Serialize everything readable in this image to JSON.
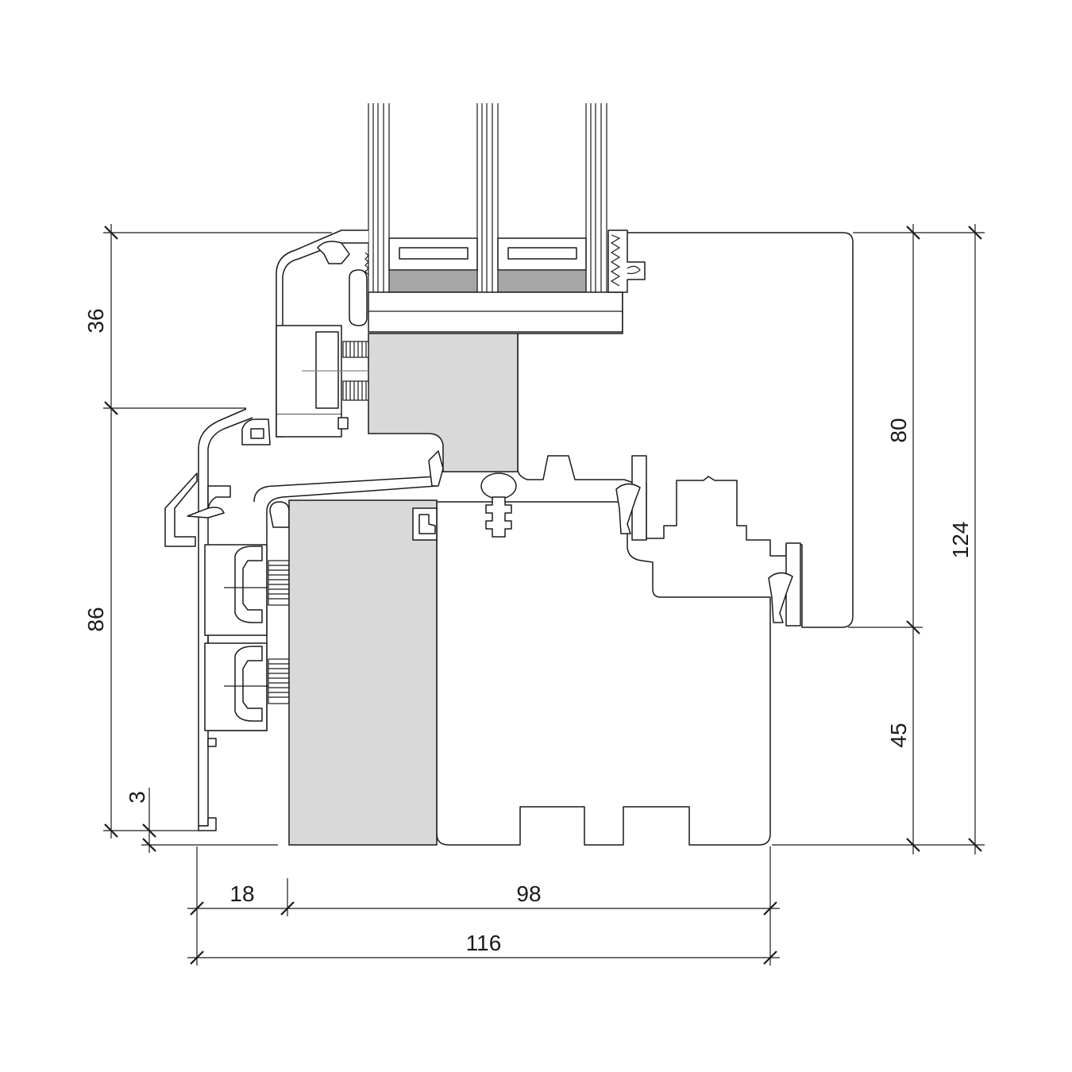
{
  "colors": {
    "line": "#1a1a1a",
    "insulation": "#d9d9d9",
    "spacer": "#a6a6a6",
    "background": "#ffffff"
  },
  "dimensions": {
    "left_upper": "36",
    "left_lower": "86",
    "left_offset": "3",
    "bottom_left": "18",
    "bottom_middle": "98",
    "bottom_total": "116",
    "right_upper": "80",
    "right_lower": "45",
    "right_total": "124"
  }
}
